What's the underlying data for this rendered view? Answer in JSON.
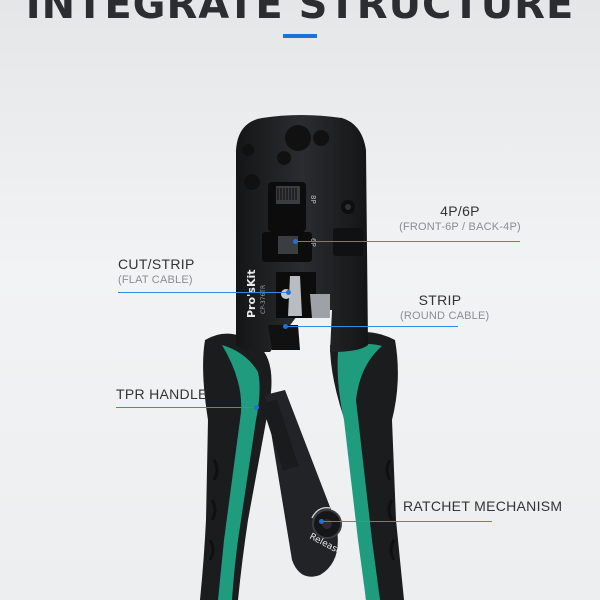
{
  "title": "INTEGRATE STRUCTURE",
  "brand": {
    "name": "Pro'sKit",
    "model": "CP-376TR",
    "release_label": "Release",
    "die_label_top": "8P",
    "die_label_bottom": "6P"
  },
  "callouts": {
    "four_six": {
      "label": "4P/6P",
      "sub": "(FRONT-6P / BACK-4P)"
    },
    "cut_strip": {
      "label": "CUT/STRIP",
      "sub": "(FLAT CABLE)"
    },
    "strip": {
      "label": "STRIP",
      "sub": "(ROUND CABLE)"
    },
    "tpr_handle": {
      "label": "TPR HANDLE"
    },
    "ratchet": {
      "label": "RATCHET MECHANISM"
    }
  },
  "colors": {
    "accent": "#1e73d8",
    "handle_green": "#1f9c7e",
    "tool_black": "#1c1d1f"
  }
}
